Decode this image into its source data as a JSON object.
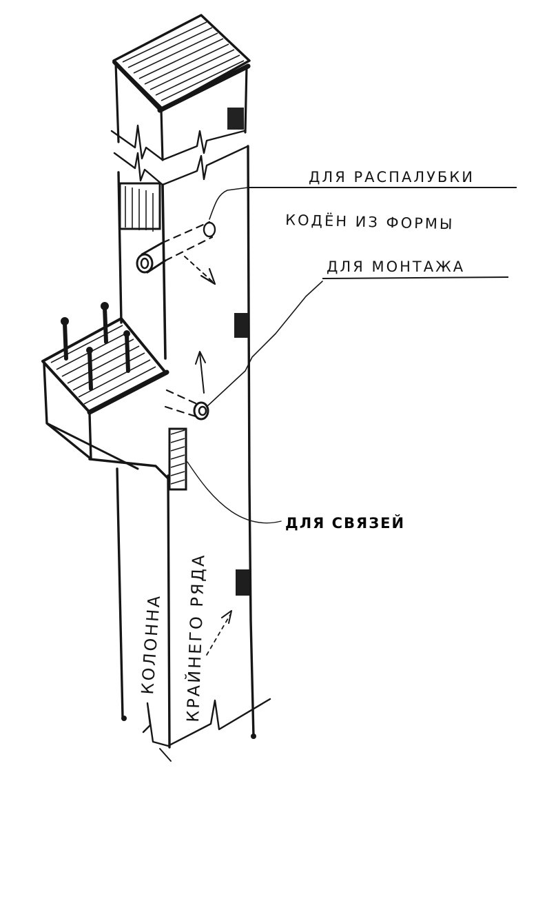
{
  "labels": {
    "formwork": "ДЛЯ РАСПАЛУБКИ",
    "mold": "КОДЁН ИЗ ФОРМЫ",
    "assembly": "ДЛЯ МОНТАЖА",
    "bracing": "ДЛЯ СВЯЗЕЙ",
    "column_word": "КОЛОННА",
    "edge_row": "КРАЙНЕГО РЯДА"
  },
  "colors": {
    "ink": "#161616",
    "paper": "#ffffff"
  }
}
